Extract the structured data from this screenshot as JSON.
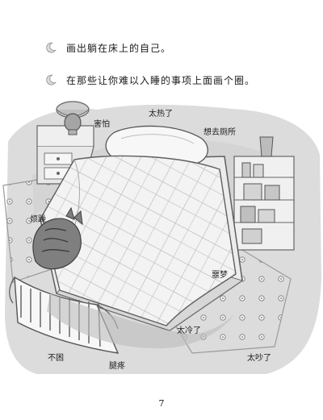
{
  "instructions": [
    "画出躺在床上的自己。",
    "在那些让你难以入睡的事项上面画个圈。"
  ],
  "labels": {
    "scared": "害怕",
    "too_hot": "太热了",
    "bathroom": "想去厕所",
    "restless": "烦躁",
    "nightmare": "噩梦",
    "too_cold": "太冷了",
    "not_sleepy": "不困",
    "leg_pain": "腿疼",
    "too_noisy": "太吵了"
  },
  "page_number": "7"
}
